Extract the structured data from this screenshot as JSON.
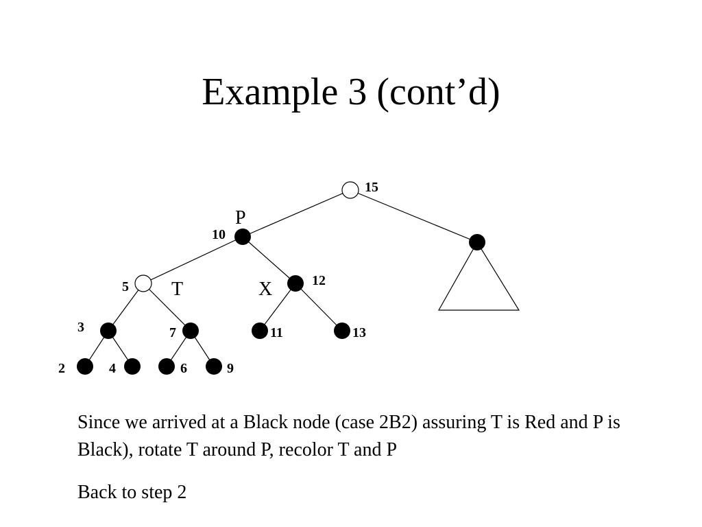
{
  "slide": {
    "title": "Example 3 (cont’d)",
    "explanation": "Since we arrived at a Black node (case 2B2) assuring T is Red and P is Black), rotate T around P, recolor T and P",
    "next_step": "Back to step 2"
  },
  "tree": {
    "colors": {
      "black": "#000000",
      "red_outline": "#000000",
      "red_fill": "#ffffff"
    },
    "nodes": [
      {
        "key": "15",
        "color": "red"
      },
      {
        "key": "10",
        "color": "black",
        "tag": "P"
      },
      {
        "key": "",
        "color": "black",
        "subtree": "triangle"
      },
      {
        "key": "5",
        "color": "red",
        "tag": "T"
      },
      {
        "key": "12",
        "color": "black",
        "tag": "X"
      },
      {
        "key": "3",
        "color": "black"
      },
      {
        "key": "7",
        "color": "black"
      },
      {
        "key": "11",
        "color": "black"
      },
      {
        "key": "13",
        "color": "black"
      },
      {
        "key": "2",
        "color": "black"
      },
      {
        "key": "4",
        "color": "black"
      },
      {
        "key": "6",
        "color": "black"
      },
      {
        "key": "9",
        "color": "black"
      }
    ]
  }
}
